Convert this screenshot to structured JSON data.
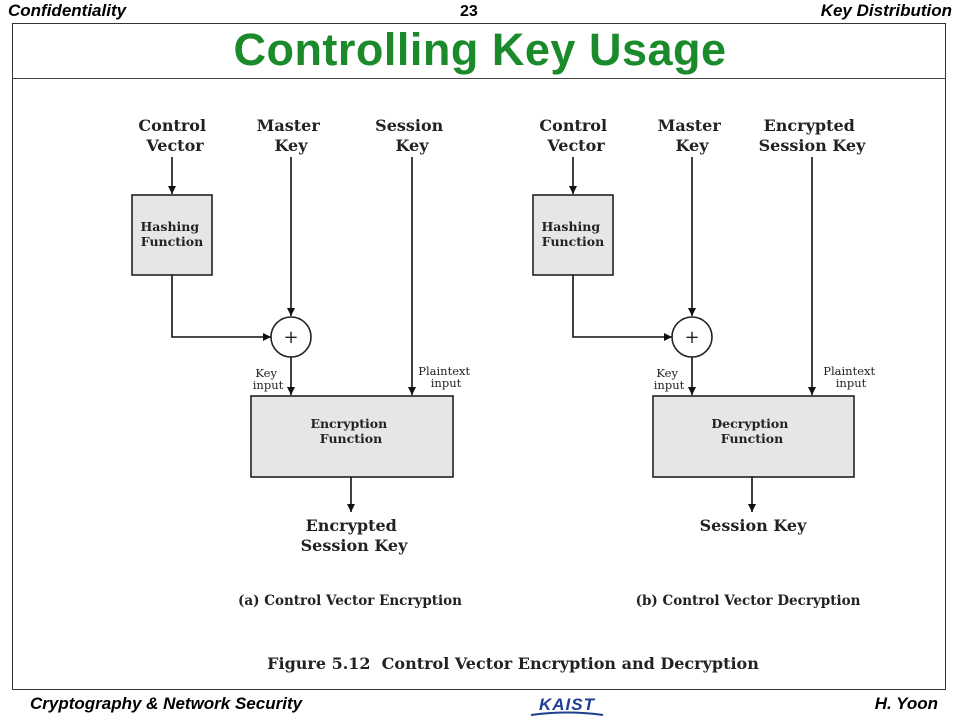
{
  "header": {
    "left": "Confidentiality",
    "right": "Key Distribution",
    "page_number": "23"
  },
  "title": "Controlling Key Usage",
  "diagram_a": {
    "inputs": {
      "control_vector": [
        "Control",
        "Vector"
      ],
      "master_key": [
        "Master",
        "Key"
      ],
      "session_key": [
        "Session",
        "Key"
      ]
    },
    "hashing_function": [
      "Hashing",
      "Function"
    ],
    "xor_symbol": "+",
    "key_input": [
      "Key",
      "input"
    ],
    "plaintext_input": [
      "Plaintext",
      "input"
    ],
    "function_box": [
      "Encryption",
      "Function"
    ],
    "output": [
      "Encrypted",
      "Session Key"
    ],
    "caption": "(a) Control Vector Encryption"
  },
  "diagram_b": {
    "inputs": {
      "control_vector": [
        "Control",
        "Vector"
      ],
      "master_key": [
        "Master",
        "Key"
      ],
      "encrypted_session_key": [
        "Encrypted",
        "Session Key"
      ]
    },
    "hashing_function": [
      "Hashing",
      "Function"
    ],
    "xor_symbol": "+",
    "key_input": [
      "Key",
      "input"
    ],
    "plaintext_input": [
      "Plaintext",
      "input"
    ],
    "function_box": [
      "Decryption",
      "Function"
    ],
    "output": [
      "Session Key"
    ],
    "caption": "(b) Control Vector Decryption"
  },
  "figure_caption": "Figure 5.12  Control Vector Encryption and Decryption",
  "footer": {
    "left": "Cryptography & Network Security",
    "logo": "KAIST",
    "right": "H. Yoon"
  },
  "colors": {
    "title": "#1a8a2a",
    "box_fill": "#e6e6e6",
    "logo": "#1f3f95"
  }
}
